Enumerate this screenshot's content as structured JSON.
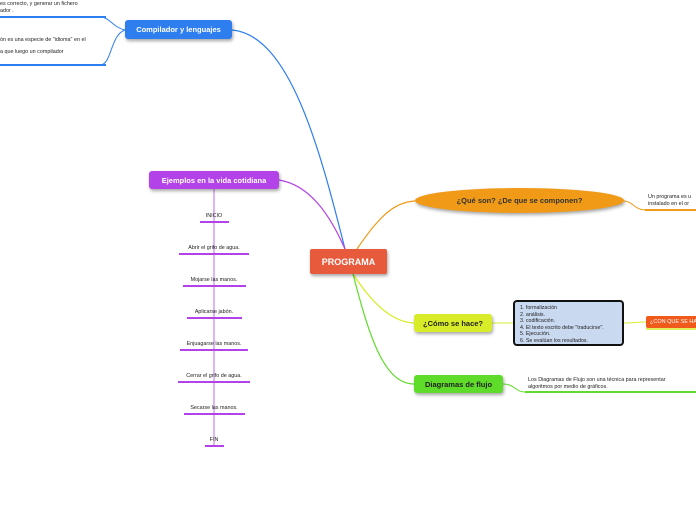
{
  "central": {
    "label": "PROGRAMA"
  },
  "compilador": {
    "label": "Compilador y lenguajes",
    "notes": [
      "es correcto, y generar un fichero\nador .",
      "ón es una especie de \"idioma\" en el",
      "a que luego un compilador"
    ]
  },
  "ejemplos": {
    "label": "Ejemplos en la vida cotidiana",
    "steps": [
      "INICIO",
      "Abrir el grifo de agua.",
      "Mojarse las manos.",
      "Aplicarse jabón.",
      "Enjuagarse las manos.",
      "Cerrar el grifo de agua.",
      "Secarse las manos.",
      "FIN"
    ]
  },
  "que_son": {
    "label": "¿Qué son? ¿De que se componen?",
    "note": "Un programa es u\ninstalado en el or"
  },
  "como": {
    "label": "¿Cómo se hace?",
    "steps": [
      "1.  formalización",
      "2.  análisis.",
      "3.  codificación.",
      "4.  El texto escrito debe \"traducirse\".",
      "5.  Ejecución.",
      "6.  Se evalúan los resultados."
    ],
    "tag": "¿CON QUE SE HA"
  },
  "diagramas": {
    "label": "Diagramas de flujo",
    "note": "Los Diagramas de Flujo son una técnica para representar\nalgoritmos por medio de gráficos."
  },
  "colors": {
    "central": "#e85a3c",
    "blue": "#2f7ef0",
    "purple": "#b342e8",
    "orange": "#f09a18",
    "yellow": "#d8ec2a",
    "green": "#5fdc2a",
    "red": "#f05a1a"
  }
}
